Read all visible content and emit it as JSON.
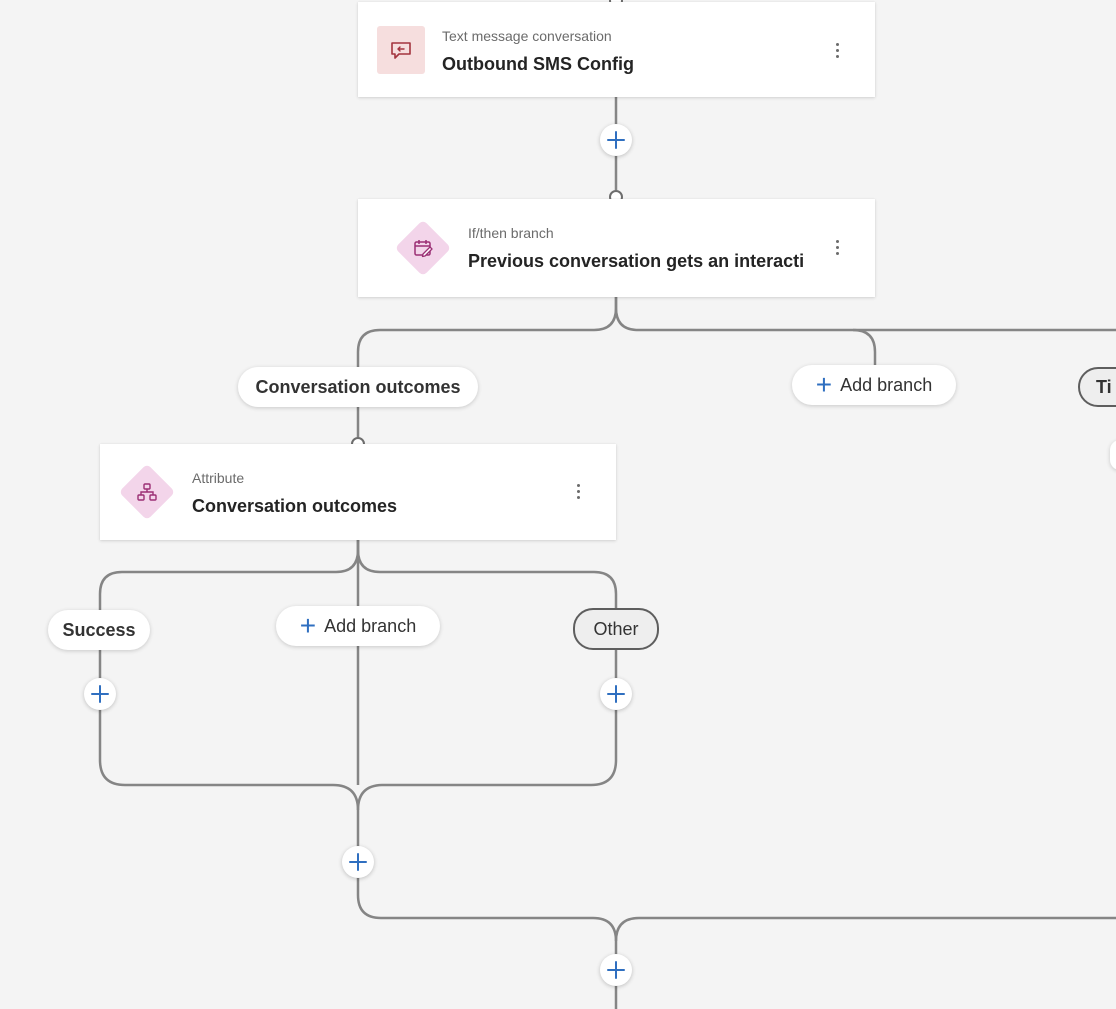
{
  "colors": {
    "canvas": "#f4f4f4",
    "connector": "#858585",
    "accent_plus": "#2f6fc0",
    "sms_icon_bg": "#f6dede",
    "branch_icon_bg": "#f3d5ea"
  },
  "nodes": {
    "sms": {
      "icon": "chat-message-icon",
      "type_label": "Text message conversation",
      "title": "Outbound SMS Config"
    },
    "ifthen": {
      "icon": "branch-calendar-icon",
      "type_label": "If/then branch",
      "title": "Previous conversation gets an interacti"
    },
    "attribute": {
      "icon": "hierarchy-icon",
      "type_label": "Attribute",
      "title": "Conversation outcomes"
    }
  },
  "ifthen_branches": {
    "first": "Conversation outcomes",
    "add": "Add branch",
    "clipped": "Ti"
  },
  "attribute_branches": {
    "success": "Success",
    "add": "Add branch",
    "other": "Other"
  }
}
